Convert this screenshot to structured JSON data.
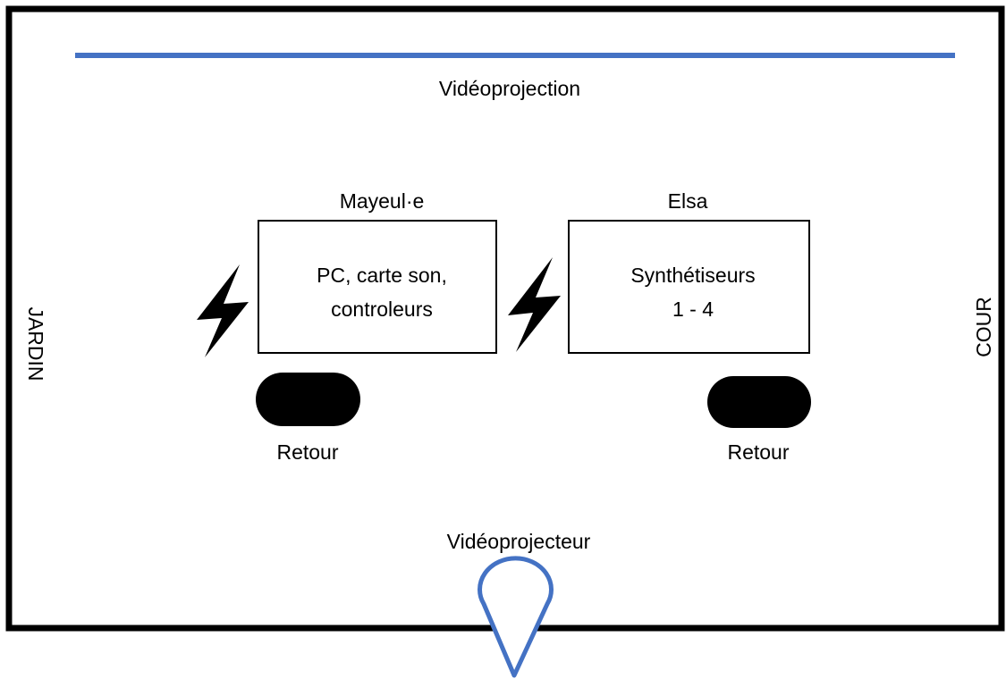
{
  "labels": {
    "screen": "Vidéoprojection",
    "jardin": "JARDIN",
    "cour": "COUR",
    "projector": "Vidéoprojecteur"
  },
  "performers": [
    {
      "name": "Mayeul·e",
      "box_lines": [
        "PC, carte son,",
        "controleurs"
      ],
      "monitor_label": "Retour"
    },
    {
      "name": "Elsa",
      "box_lines": [
        "Synthétiseurs",
        "1 - 4"
      ],
      "monitor_label": "Retour"
    }
  ],
  "colors": {
    "screen_line": "#4472c4",
    "projector": "#4472c4",
    "outline": "#000000"
  },
  "icons": [
    "lightning-bolt-icon",
    "lightning-bolt-icon"
  ]
}
